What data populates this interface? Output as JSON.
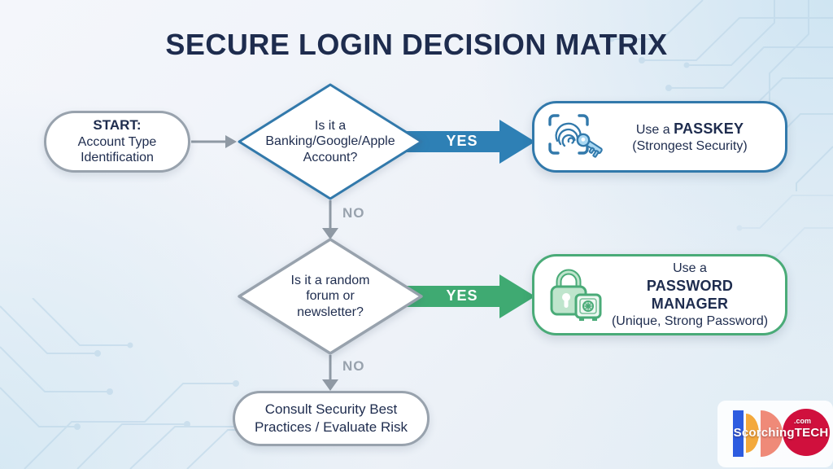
{
  "title": "SECURE LOGIN DECISION MATRIX",
  "nodes": {
    "start": {
      "heading": "START:",
      "lines": [
        "Account Type",
        "Identification"
      ]
    },
    "decision1": {
      "lines": [
        "Is it a",
        "Banking/Google/Apple",
        "Account?"
      ]
    },
    "passkey": {
      "prefix": "Use a ",
      "strong": "PASSKEY",
      "sub": "(Strongest Security)"
    },
    "decision2": {
      "lines": [
        "Is it a random",
        "forum or",
        "newsletter?"
      ]
    },
    "password": {
      "prefix": "Use a",
      "strong": "PASSWORD MANAGER",
      "sub": "(Unique, Strong Password)"
    },
    "consult": {
      "lines": [
        "Consult Security Best",
        "Practices / Evaluate Risk"
      ]
    }
  },
  "edges": {
    "yes1": "YES",
    "no1": "NO",
    "yes2": "YES",
    "no2": "NO"
  },
  "icons": {
    "passkey_icons": [
      "fingerprint-scan-icon",
      "key-icon"
    ],
    "password_icons": [
      "padlock-icon",
      "safe-icon"
    ]
  },
  "logo": {
    "text": "ScorchingTECH",
    "tld": ".com"
  },
  "colors": {
    "accent_blue": "#2e80b5",
    "accent_green": "#3faa72",
    "border_blue": "#3279ab",
    "border_green": "#4aab78",
    "border_gray": "#98a2ad",
    "text_navy": "#1e2c4e",
    "logo_blue": "#2d5ce0",
    "logo_yellow": "#f3a93c",
    "logo_coral": "#ef8a78",
    "logo_red": "#d0103d"
  }
}
